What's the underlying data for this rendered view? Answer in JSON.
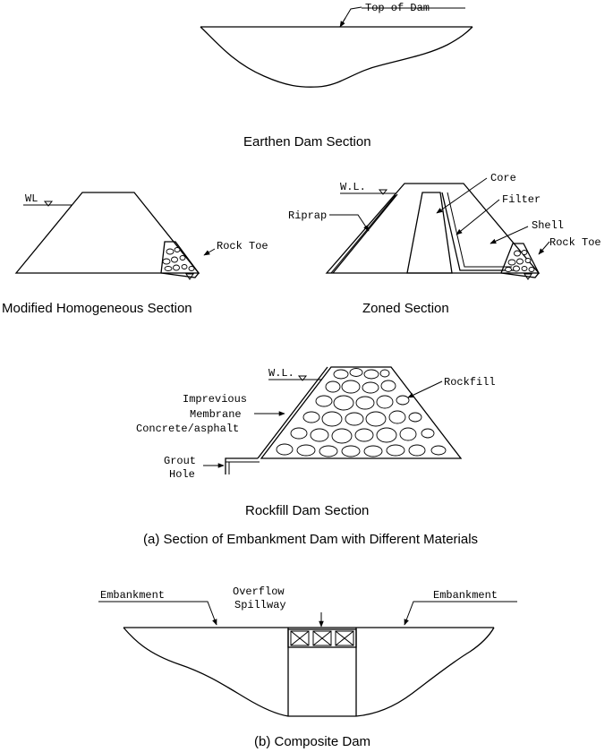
{
  "captions": {
    "earthen": "Earthen Dam Section",
    "modified": "Modified Homogeneous Section",
    "zoned": "Zoned Section",
    "rockfill": "Rockfill Dam Section",
    "part_a": "(a)  Section of Embankment Dam with Different Materials",
    "part_b": "(b) Composite Dam"
  },
  "labels": {
    "top_of_dam": "Top of Dam",
    "wl_short": "WL",
    "rock_toe": "Rock Toe",
    "wl": "W.L.",
    "core": "Core",
    "filter": "Filter",
    "riprap": "Riprap",
    "shell": "Shell",
    "rock_toe_zoned": "Rock Toe",
    "wl_rockfill": "W.L.",
    "rockfill": "Rockfill",
    "imprevious": "Imprevious",
    "membrane": "Membrane",
    "concrete_asphalt": "Concrete/asphalt",
    "grout": "Grout",
    "hole": "Hole",
    "embankment_left": "Embankment",
    "overflow": "Overflow",
    "spillway": "Spillway",
    "embankment_right": "Embankment"
  }
}
